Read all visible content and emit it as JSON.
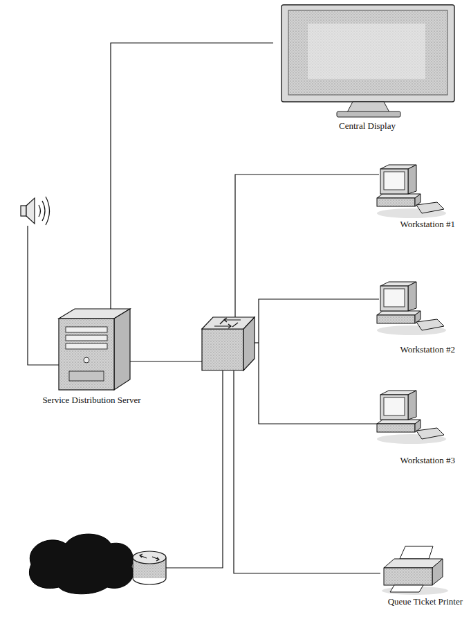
{
  "diagram": {
    "nodes": [
      {
        "text": [
          "Central Display"
        ]
      },
      {
        "text": [
          "Workstation #1"
        ]
      },
      {
        "text": [
          "Workstation #2"
        ]
      },
      {
        "text": [
          "Workstation #3"
        ]
      },
      {
        "text": [
          "Service Distribution Server"
        ]
      },
      {
        "text": [
          "Queue Ticket Printer"
        ]
      }
    ],
    "edges": [
      {
        "from": 4,
        "to": 0,
        "arrow": "none"
      }
    ]
  }
}
